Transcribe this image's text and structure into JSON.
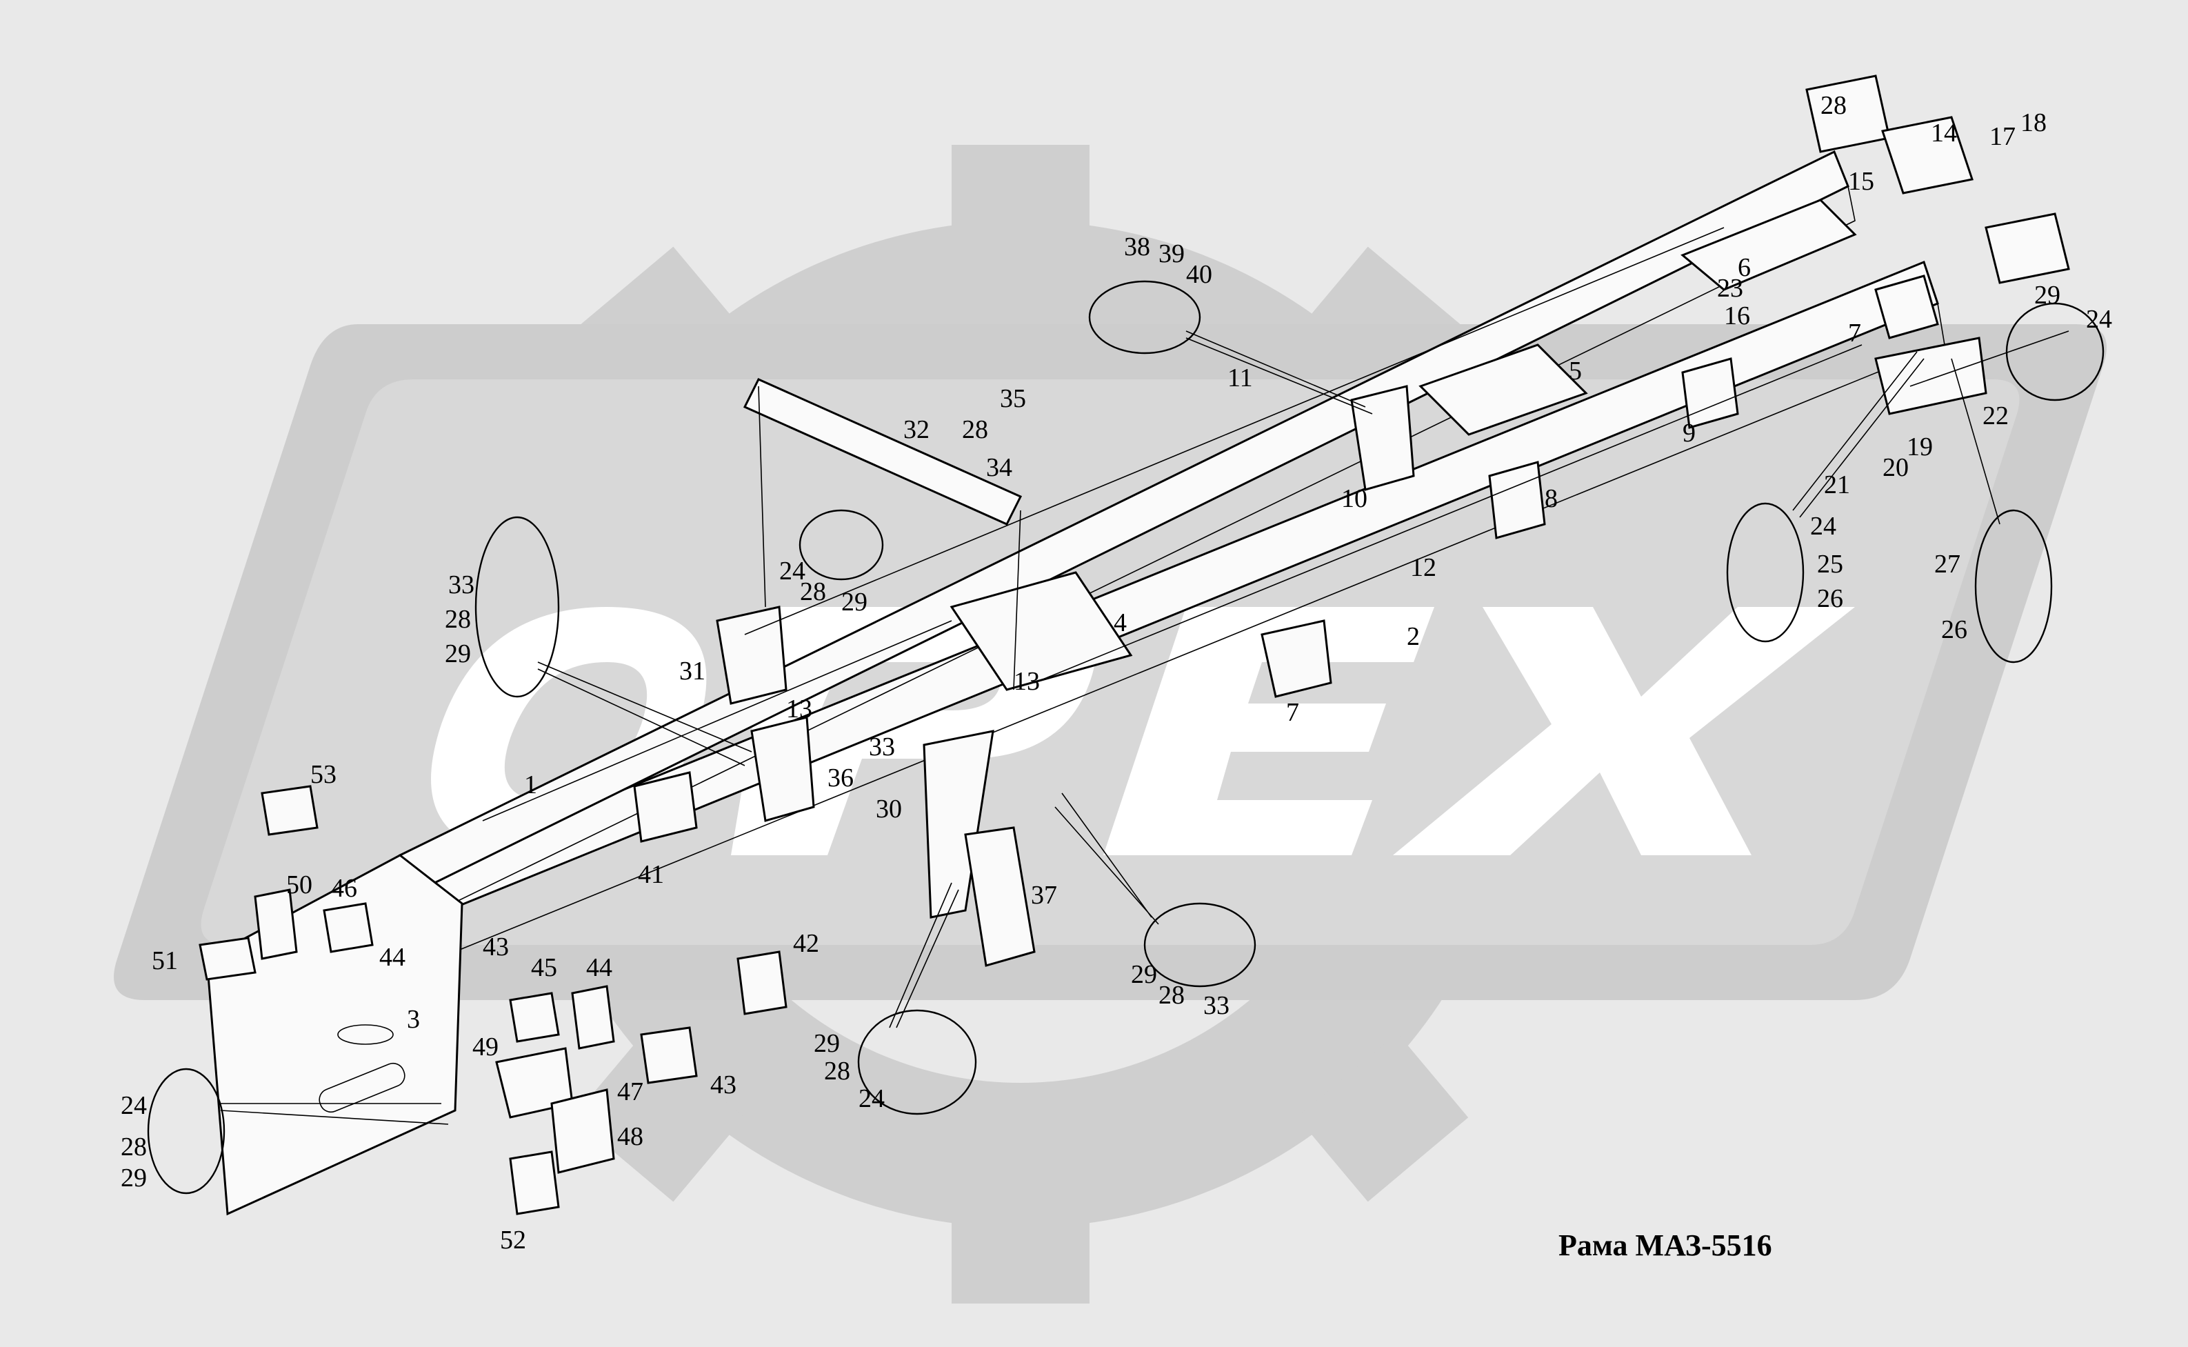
{
  "caption": "Рама МАЗ-5516",
  "watermark": {
    "icon": "gear-logo-icon",
    "color": "#c8c8c8"
  },
  "colors": {
    "background": "#e9e9e9",
    "line": "#000000",
    "part_fill": "#fafafa"
  },
  "callouts": [
    {
      "id": "c1",
      "text": "1"
    },
    {
      "id": "c2",
      "text": "2"
    },
    {
      "id": "c3",
      "text": "3"
    },
    {
      "id": "c4",
      "text": "4"
    },
    {
      "id": "c5",
      "text": "5"
    },
    {
      "id": "c6",
      "text": "6"
    },
    {
      "id": "c7a",
      "text": "7"
    },
    {
      "id": "c7b",
      "text": "7"
    },
    {
      "id": "c8",
      "text": "8"
    },
    {
      "id": "c9",
      "text": "9"
    },
    {
      "id": "c10",
      "text": "10"
    },
    {
      "id": "c11",
      "text": "11"
    },
    {
      "id": "c12",
      "text": "12"
    },
    {
      "id": "c13a",
      "text": "13"
    },
    {
      "id": "c13b",
      "text": "13"
    },
    {
      "id": "c14",
      "text": "14"
    },
    {
      "id": "c15",
      "text": "15"
    },
    {
      "id": "c16",
      "text": "16"
    },
    {
      "id": "c17",
      "text": "17"
    },
    {
      "id": "c18",
      "text": "18"
    },
    {
      "id": "c19",
      "text": "19"
    },
    {
      "id": "c20",
      "text": "20"
    },
    {
      "id": "c21",
      "text": "21"
    },
    {
      "id": "c22",
      "text": "22"
    },
    {
      "id": "c23",
      "text": "23"
    },
    {
      "id": "c24a",
      "text": "24"
    },
    {
      "id": "c24b",
      "text": "24"
    },
    {
      "id": "c24c",
      "text": "24"
    },
    {
      "id": "c24d",
      "text": "24"
    },
    {
      "id": "c24e",
      "text": "24"
    },
    {
      "id": "c25",
      "text": "25"
    },
    {
      "id": "c26a",
      "text": "26"
    },
    {
      "id": "c26b",
      "text": "26"
    },
    {
      "id": "c27",
      "text": "27"
    },
    {
      "id": "c28a",
      "text": "28"
    },
    {
      "id": "c28b",
      "text": "28"
    },
    {
      "id": "c28c",
      "text": "28"
    },
    {
      "id": "c28d",
      "text": "28"
    },
    {
      "id": "c28e",
      "text": "28"
    },
    {
      "id": "c28f",
      "text": "28"
    },
    {
      "id": "c28g",
      "text": "28"
    },
    {
      "id": "c29a",
      "text": "29"
    },
    {
      "id": "c29b",
      "text": "29"
    },
    {
      "id": "c29c",
      "text": "29"
    },
    {
      "id": "c29d",
      "text": "29"
    },
    {
      "id": "c29e",
      "text": "29"
    },
    {
      "id": "c29f",
      "text": "29"
    },
    {
      "id": "c30",
      "text": "30"
    },
    {
      "id": "c31",
      "text": "31"
    },
    {
      "id": "c32",
      "text": "32"
    },
    {
      "id": "c33a",
      "text": "33"
    },
    {
      "id": "c33b",
      "text": "33"
    },
    {
      "id": "c33c",
      "text": "33"
    },
    {
      "id": "c34",
      "text": "34"
    },
    {
      "id": "c35",
      "text": "35"
    },
    {
      "id": "c36",
      "text": "36"
    },
    {
      "id": "c37",
      "text": "37"
    },
    {
      "id": "c38",
      "text": "38"
    },
    {
      "id": "c39",
      "text": "39"
    },
    {
      "id": "c40",
      "text": "40"
    },
    {
      "id": "c41",
      "text": "41"
    },
    {
      "id": "c42",
      "text": "42"
    },
    {
      "id": "c43a",
      "text": "43"
    },
    {
      "id": "c43b",
      "text": "43"
    },
    {
      "id": "c44a",
      "text": "44"
    },
    {
      "id": "c44b",
      "text": "44"
    },
    {
      "id": "c45",
      "text": "45"
    },
    {
      "id": "c46",
      "text": "46"
    },
    {
      "id": "c47",
      "text": "47"
    },
    {
      "id": "c48",
      "text": "48"
    },
    {
      "id": "c49",
      "text": "49"
    },
    {
      "id": "c50",
      "text": "50"
    },
    {
      "id": "c51",
      "text": "51"
    },
    {
      "id": "c52",
      "text": "52"
    },
    {
      "id": "c53",
      "text": "53"
    }
  ]
}
